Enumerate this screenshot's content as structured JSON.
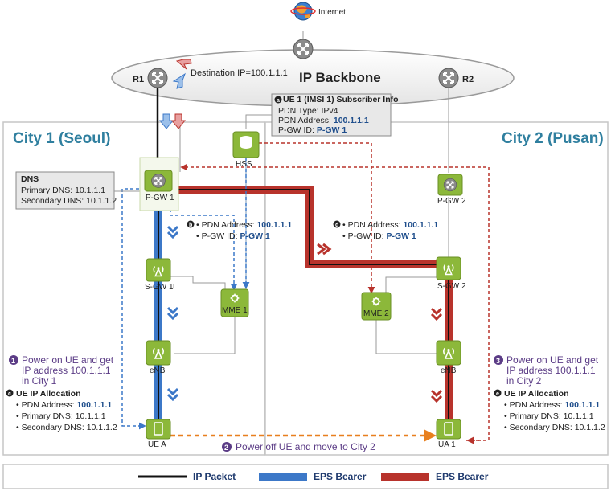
{
  "internet_label": "Internet",
  "backbone": {
    "title": "IP Backbone",
    "r1": "R1",
    "r2": "R2",
    "destination": "Destination IP=100.1.1.1"
  },
  "cities": {
    "city1": "City 1 (Seoul)",
    "city2": "City 2 (Pusan)"
  },
  "nodes": {
    "hss": "HSS",
    "pgw1": "P-GW 1",
    "pgw2": "P-GW 2",
    "sgw1": "S-GW 1",
    "sgw2": "S-GW 2",
    "mme1": "MME 1",
    "mme2": "MME 2",
    "enb1": "eNB",
    "enb2": "eNB",
    "uea": "UE A",
    "ua1": "UA 1"
  },
  "subscriber": {
    "marker": "a",
    "title": "UE 1 (IMSI 1) Subscriber Info",
    "pdn_type": "PDN Type: IPv4",
    "pdn_addr_label": "PDN Address: ",
    "pdn_addr": "100.1.1.1",
    "pgw_label": "P-GW ID: ",
    "pgw": "P-GW 1"
  },
  "dns": {
    "title": "DNS",
    "primary": "Primary DNS: 10.1.1.1",
    "secondary": "Secondary DNS: 10.1.1.2"
  },
  "info_b": {
    "marker": "b",
    "pdn_label": "PDN Address: ",
    "pdn": "100.1.1.1",
    "pgw_label": "P-GW ID: ",
    "pgw": "P-GW 1"
  },
  "info_d": {
    "marker": "d",
    "pdn_label": "PDN Address: ",
    "pdn": "100.1.1.1",
    "pgw_label": "P-GW ID: ",
    "pgw": "P-GW 1"
  },
  "step1": {
    "num": "1",
    "line1": "Power on UE and get",
    "line2": "IP address 100.1.1.1",
    "line3": "in City 1"
  },
  "step2": {
    "num": "2",
    "text": "Power off UE and move to City 2"
  },
  "step3": {
    "num": "3",
    "line1": "Power on UE and get",
    "line2": "IP address 100.1.1.1",
    "line3": "in City 2"
  },
  "alloc_c": {
    "marker": "c",
    "title": "UE IP Allocation",
    "pdn_label": "PDN Address: ",
    "pdn": "100.1.1.1",
    "primary": "Primary DNS: 10.1.1.1",
    "secondary": "Secondary DNS: 10.1.1.2"
  },
  "alloc_e": {
    "marker": "e",
    "title": "UE IP Allocation",
    "pdn_label": "PDN Address: ",
    "pdn": "100.1.1.1",
    "primary": "Primary DNS: 10.1.1.1",
    "secondary": "Secondary DNS: 10.1.1.2"
  },
  "legend": {
    "ip_packet": "IP Packet",
    "eps_blue": "EPS Bearer",
    "eps_red": "EPS Bearer"
  },
  "colors": {
    "node_fill": "#8cb83a",
    "blue": "#3c78c8",
    "red": "#b8332c",
    "orange": "#e87f1e",
    "city_title": "#2f7f9f"
  }
}
